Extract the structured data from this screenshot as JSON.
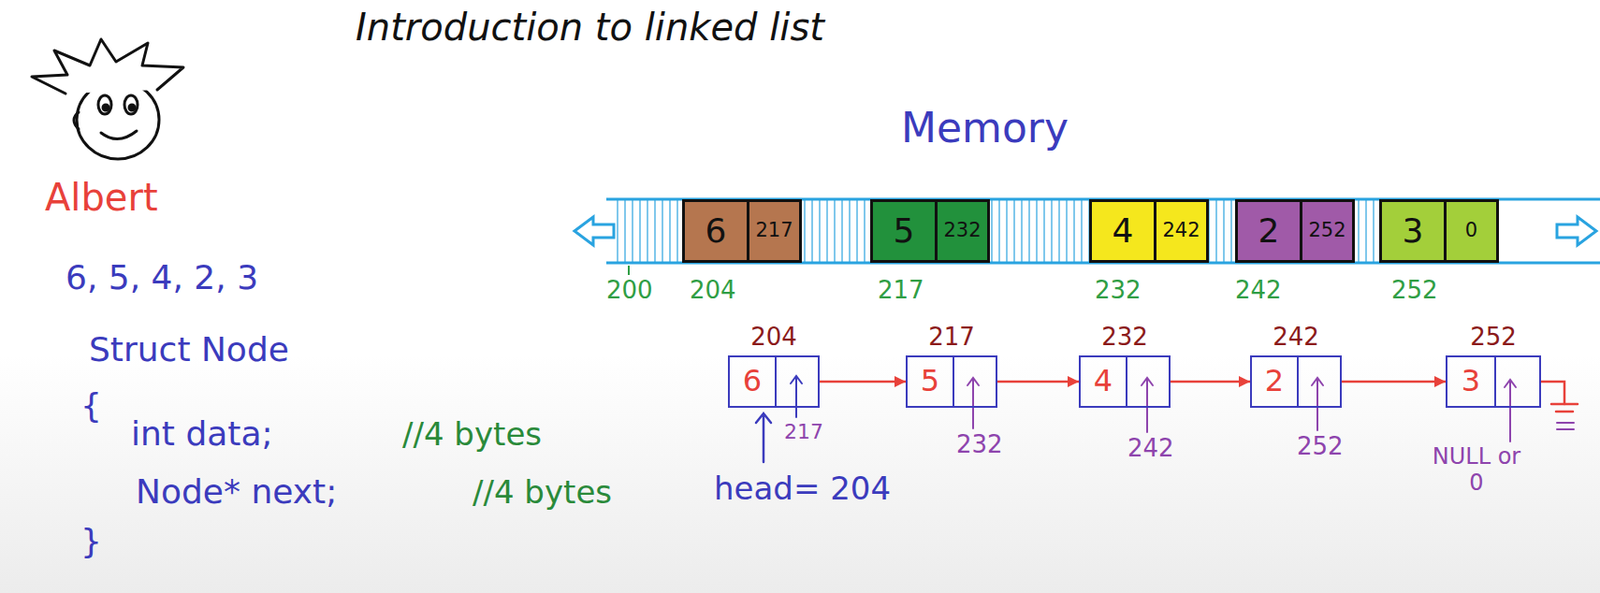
{
  "diagram": {
    "title": "Introduction to linked list",
    "nodes": [
      {
        "text": [
          "6",
          "217"
        ]
      },
      {
        "text": [
          "5",
          "232"
        ]
      },
      {
        "text": [
          "4",
          "242"
        ]
      },
      {
        "text": [
          "2",
          "252"
        ]
      },
      {
        "text": [
          "3",
          "0"
        ]
      },
      {
        "text": [
          "204",
          "6"
        ]
      },
      {
        "text": [
          "217",
          "5"
        ]
      },
      {
        "text": [
          "232",
          "4"
        ]
      },
      {
        "text": [
          "242",
          "2"
        ]
      },
      {
        "text": [
          "252",
          "3"
        ]
      }
    ],
    "edges": [
      {
        "from": 5,
        "to": 6,
        "arrow": "to"
      },
      {
        "from": 6,
        "to": 7,
        "arrow": "to"
      },
      {
        "from": 7,
        "to": 8,
        "arrow": "to"
      },
      {
        "from": 8,
        "to": 9,
        "arrow": "to"
      }
    ],
    "labels": [
      "Albert",
      "6, 5, 4, 2, 3",
      "Struct Node",
      "{",
      "int data;",
      "//4 bytes",
      "Node* next;",
      "//4 bytes",
      "}",
      "Memory",
      "200",
      "204",
      "217",
      "232",
      "242",
      "252",
      "217",
      "232",
      "242",
      "252",
      "NULL or 0",
      "head= 204"
    ]
  }
}
